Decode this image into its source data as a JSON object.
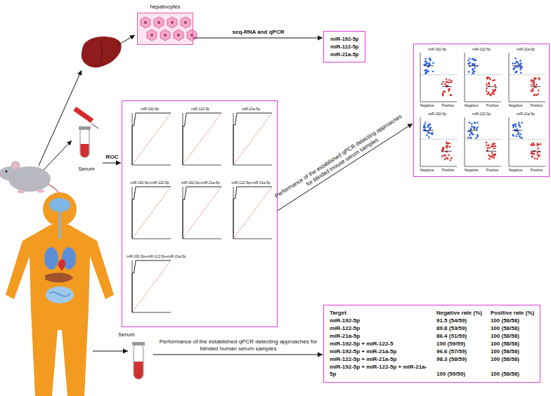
{
  "diagram": {
    "nodes": [
      {
        "text": [
          "hepatocytes"
        ]
      },
      {
        "text": [
          "miR-192-5p",
          "miR-122-5p",
          "miR-21a-5p"
        ]
      },
      {
        "text": [
          "Serum"
        ]
      },
      {
        "text": []
      },
      {
        "text": [
          "miR-192-5p"
        ],
        "in": 3
      },
      {
        "text": [
          "miR-122-5p"
        ],
        "in": 3
      },
      {
        "text": [
          "miR-21a-5p"
        ],
        "in": 3
      },
      {
        "text": [
          "miR-192-5p+miR-122-5p"
        ],
        "in": 3
      },
      {
        "text": [
          "miR-192-5p+miR-21a-5p"
        ],
        "in": 3
      },
      {
        "text": [
          "miR-122-5p+miR-21a-5p"
        ],
        "in": 3
      },
      {
        "text": [
          "miR-192-5p+miR-122-5p+miR-21a-5p"
        ],
        "in": 3
      },
      {
        "text": []
      },
      {
        "text": [
          "miR-192-5p",
          "Negative",
          "Positive"
        ],
        "in": 11
      },
      {
        "text": [
          "miR-122-5p",
          "Negative",
          "Positive"
        ],
        "in": 11
      },
      {
        "text": [
          "miR-21a-5p",
          "Negative",
          "Positive"
        ],
        "in": 11
      },
      {
        "text": [
          "miR-192-5p",
          "Negative",
          "Positive"
        ],
        "in": 11
      },
      {
        "text": [
          "miR-122-5p",
          "Negative",
          "Positive"
        ],
        "in": 11
      },
      {
        "text": [
          "miR-21a-5p",
          "Negative",
          "Positive"
        ],
        "in": 11
      },
      {
        "text": [
          "Serum"
        ]
      },
      {
        "text": [
          "Target",
          "Negative rate (%)",
          "Positive rate (%)",
          "miR-192-5p",
          "91.5 (54/59)",
          "100 (58/58)",
          "miR-122-5p",
          "89.8 (53/59)",
          "100 (58/58)",
          "miR-21a-5p",
          "86.4 (51/59)",
          "100 (58/58)",
          "miR-192-5p + miR-122-5",
          "100 (59/59)",
          "100 (58/58)",
          "miR-192-5p + miR-21a-5p",
          "96.6 (57/59)",
          "100 (58/58)",
          "miR-122-5p + miR-21a-5p",
          "98.3 (58/59)",
          "100 (58/58)",
          "miR-192-5p + miR-122-5p + miR-21a-5p",
          "100 (59/59)",
          "100 (58/58)"
        ]
      }
    ],
    "edges": [
      {
        "from": 0,
        "to": 1,
        "label": "seq-RNA and qPCR",
        "arrow": "to"
      },
      {
        "from": 2,
        "to": 3,
        "label": "ROC",
        "arrow": "to"
      },
      {
        "from": 3,
        "to": 11,
        "label": "Performance of the established qPCR detecting approaches for blinded mouse serum samples",
        "arrow": "to"
      },
      {
        "from": 18,
        "to": 19,
        "label": "Performance of the established qPCR detecting approaches for blinded human serum samples",
        "arrow": "to"
      }
    ]
  }
}
